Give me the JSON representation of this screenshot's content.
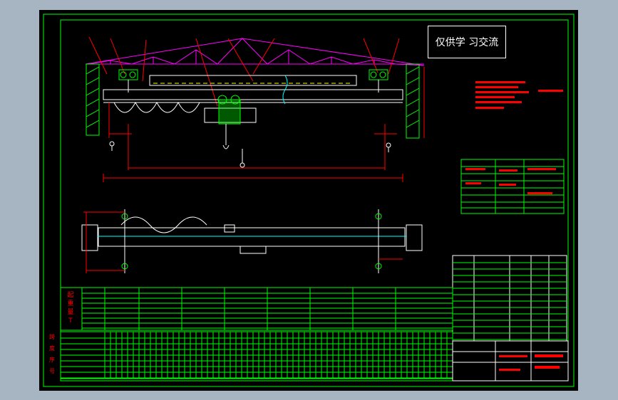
{
  "note_box": {
    "text": "仅供学 习交流"
  },
  "colors": {
    "background": "#000000",
    "viewport": "#a7b4c1",
    "frame": "#00ff00",
    "dimension": "#ff0000",
    "truss": "#ff00ff",
    "outline": "#ffffff",
    "centerline": "#00ffff",
    "hoist": "#00ff00",
    "rail_yellow": "#ffff00"
  },
  "table_labels": {
    "row_header": [
      "起",
      "重",
      "量",
      "T"
    ],
    "bottom_left": [
      "跨",
      "度",
      "序",
      "号"
    ]
  }
}
